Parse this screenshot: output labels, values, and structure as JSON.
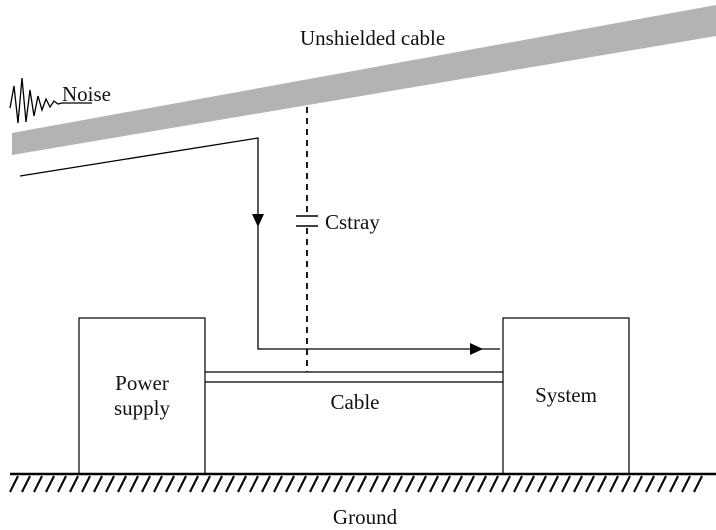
{
  "labels": {
    "unshielded_cable": "Unshielded cable",
    "noise": "Noise",
    "cstray": "Cstray",
    "power_supply_line1": "Power",
    "power_supply_line2": "supply",
    "system": "System",
    "cable": "Cable",
    "ground": "Ground"
  },
  "colors": {
    "line": "#000000",
    "cable_fill": "#b3b3b3",
    "text": "#111111",
    "background": "#ffffff"
  },
  "icons": {
    "noise_waveform": "decaying-oscillation-icon",
    "ground_symbol": "hatched-ground-icon",
    "capacitor_symbol": "capacitor-icon",
    "arrowheads": "arrowhead-icon"
  }
}
